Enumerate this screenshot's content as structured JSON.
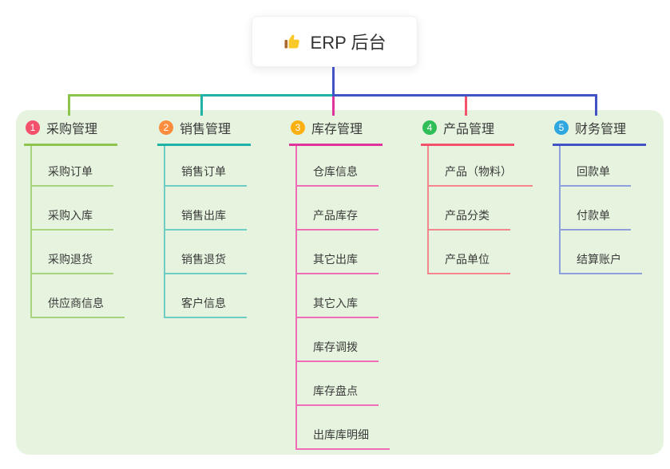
{
  "root": {
    "title": "ERP 后台",
    "icon": "thumbs-up-icon"
  },
  "connectors": {
    "root_drop_color": "#4254c5",
    "trunk_segments": [
      {
        "color": "#8dc44e",
        "from_branch": 0,
        "to_branch": 1
      },
      {
        "color": "#1fb3a7",
        "from_branch": 1,
        "to_branch": 2
      },
      {
        "color": "#4254c5",
        "from_branch": 2,
        "to_branch": 4
      }
    ]
  },
  "branches": [
    {
      "number": "1",
      "label": "采购管理",
      "badge_color": "#f4516c",
      "line_color": "#8dc44e",
      "child_line_color": "#a9d47f",
      "children": [
        "采购订单",
        "采购入库",
        "采购退货",
        "供应商信息"
      ]
    },
    {
      "number": "2",
      "label": "销售管理",
      "badge_color": "#fd8d3e",
      "line_color": "#1fb3a7",
      "child_line_color": "#6fccc2",
      "children": [
        "销售订单",
        "销售出库",
        "销售退货",
        "客户信息"
      ]
    },
    {
      "number": "3",
      "label": "库存管理",
      "badge_color": "#fbb011",
      "line_color": "#e0339c",
      "child_line_color": "#ef6cb6",
      "children": [
        "仓库信息",
        "产品库存",
        "其它出库",
        "其它入库",
        "库存调拨",
        "库存盘点",
        "出库库明细"
      ]
    },
    {
      "number": "4",
      "label": "产品管理",
      "badge_color": "#2fbe58",
      "line_color": "#f4516c",
      "child_line_color": "#f7858f",
      "children": [
        "产品（物料）",
        "产品分类",
        "产品单位"
      ]
    },
    {
      "number": "5",
      "label": "财务管理",
      "badge_color": "#2ea7e0",
      "line_color": "#4254c5",
      "child_line_color": "#8ea0dc",
      "children": [
        "回款单",
        "付款单",
        "结算账户"
      ]
    }
  ]
}
